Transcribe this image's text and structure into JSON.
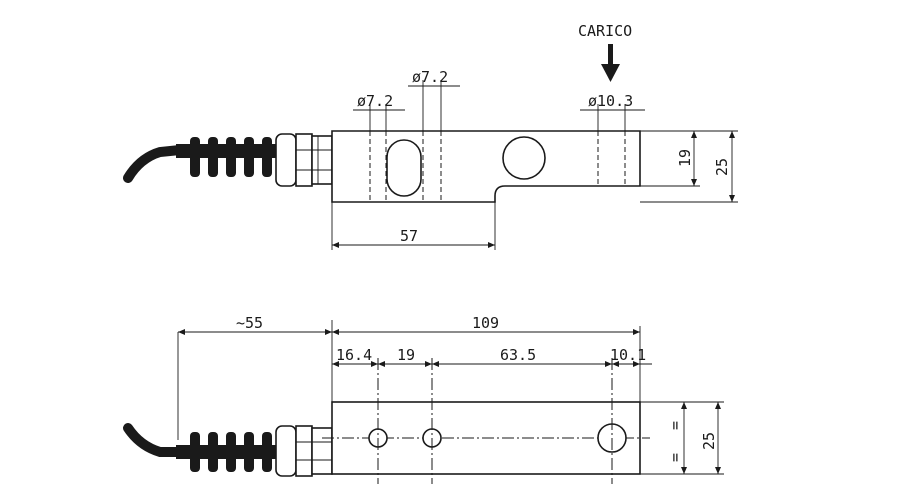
{
  "title_label": "CARICO",
  "top_view": {
    "hole_left_label": "ø7.2",
    "hole_mid_label": "ø7.2",
    "hole_right_label": "ø10.3",
    "height_inner_label": "19",
    "height_total_label": "25",
    "length_57_label": "57"
  },
  "bottom_view": {
    "cable_label": "~55",
    "total_length_label": "109",
    "dim_16_4_label": "16.4",
    "dim_19_label": "19",
    "dim_63_5_label": "63.5",
    "dim_10_1_label": "10.1",
    "height_label": "25",
    "equal_mark_top": "=",
    "equal_mark_bottom": "="
  }
}
